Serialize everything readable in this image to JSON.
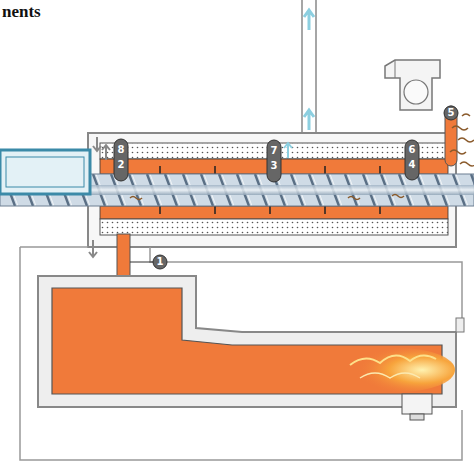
{
  "diagram": {
    "title": "nents",
    "labels": [
      "1",
      "2",
      "3",
      "4",
      "5",
      "6",
      "7",
      "8"
    ]
  }
}
